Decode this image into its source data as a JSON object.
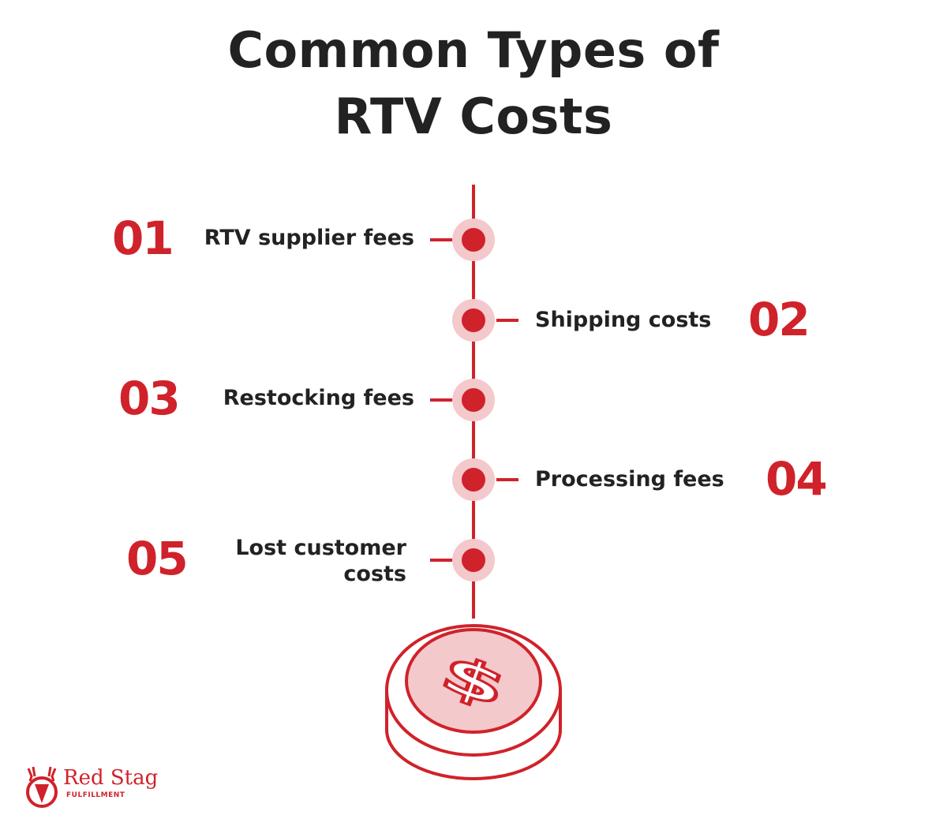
{
  "title": {
    "line1": "Common Types of",
    "line2": "RTV Costs"
  },
  "items": [
    {
      "number": "01",
      "label": "RTV supplier fees",
      "side": "left"
    },
    {
      "number": "02",
      "label": "Shipping costs",
      "side": "right"
    },
    {
      "number": "03",
      "label": "Restocking fees",
      "side": "left"
    },
    {
      "number": "04",
      "label": "Processing fees",
      "side": "right"
    },
    {
      "number": "05",
      "label_line1": "Lost customer",
      "label_line2": "costs",
      "side": "left"
    }
  ],
  "icons": {
    "bottom": "dollar-coin-icon",
    "logo": "stag-head-icon"
  },
  "logo": {
    "name": "Red Stag",
    "sub": "FULFILLMENT"
  },
  "colors": {
    "accent": "#d0222a",
    "accent_light": "#f3c9cc",
    "text": "#222222"
  }
}
